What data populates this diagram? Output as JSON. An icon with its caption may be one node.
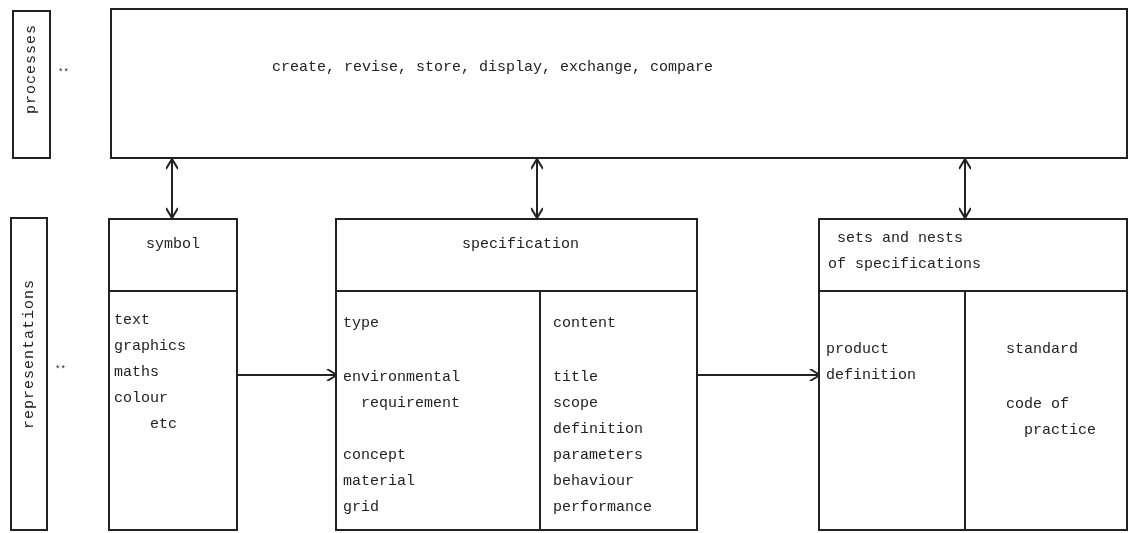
{
  "diagram": {
    "nodes": [
      {
        "text": [
          "processes"
        ],
        "beside": [
          "**"
        ]
      },
      {
        "text": [
          "create, revise, store, display, exchange, compare"
        ]
      },
      {
        "text": [
          "representations"
        ],
        "beside": [
          "**"
        ]
      },
      {
        "text": [
          "symbol",
          "text",
          "graphics",
          "maths",
          "colour",
          "etc"
        ]
      },
      {
        "text": [
          "specification"
        ]
      },
      {
        "text": [
          "type",
          "environmental requirement",
          "concept",
          "material",
          "grid"
        ],
        "in": 4
      },
      {
        "text": [
          "content",
          "title",
          "scope",
          "definition",
          "parameters",
          "behaviour",
          "performance"
        ],
        "in": 4
      },
      {
        "text": [
          "sets and nests of specifications"
        ]
      },
      {
        "text": [
          "product definition"
        ],
        "in": 7
      },
      {
        "text": [
          "standard",
          "code of practice"
        ],
        "in": 7
      }
    ],
    "edges": [
      {
        "from": 1,
        "to": 3,
        "arrow": "both"
      },
      {
        "from": 1,
        "to": 4,
        "arrow": "both"
      },
      {
        "from": 1,
        "to": 7,
        "arrow": "both"
      },
      {
        "from": 3,
        "to": 5,
        "arrow": "to"
      },
      {
        "from": 6,
        "to": 8,
        "arrow": "to"
      }
    ]
  }
}
